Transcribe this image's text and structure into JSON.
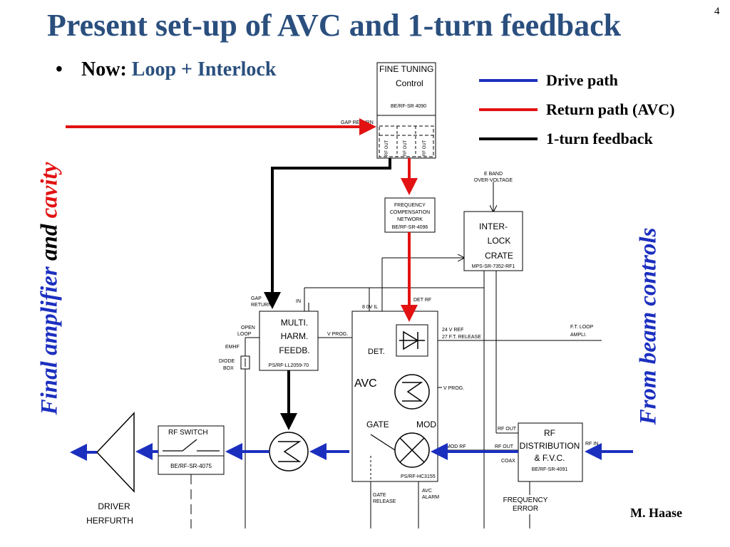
{
  "slide": {
    "title": "Present set-up of AVC and 1-turn feedback",
    "page_number": "4",
    "bullet": {
      "lead": "Now:",
      "text": "Loop + Interlock"
    },
    "left_label": {
      "part1": "Final amplifier",
      "part2": "and",
      "part3": "cavity"
    },
    "right_label": "From beam controls",
    "author": "M. Haase",
    "colors": {
      "title": "#2a4f7e",
      "drive": "#1b2fbf",
      "return": "#e21212",
      "feedback": "#000000"
    }
  },
  "legend": [
    {
      "label": "Drive path",
      "color": "#1b2fbf"
    },
    {
      "label": "Return path (AVC)",
      "color": "#e21212"
    },
    {
      "label": "1-turn feedback",
      "color": "#000000"
    }
  ],
  "diagram": {
    "fine_tuning": {
      "title1": "FINE TUNING",
      "title2": "Control",
      "code": "BE/RF-SR 4090",
      "gap_return": "GAP RETURN",
      "rf_out": "RF OUT"
    },
    "freq_comp": {
      "line1": "FREQUENCY",
      "line2": "COMPENSATION",
      "line3": "NETWORK",
      "code": "BE/RF-SR-4096"
    },
    "ebands": {
      "line1": "E BAND",
      "line2": "OVER-VOLTAGE"
    },
    "interlock": {
      "line1": "INTER-",
      "line2": "LOCK",
      "line3": "CRATE",
      "code": "MPS-SR-7352-RF1"
    },
    "mhf": {
      "line1": "MULTI.",
      "line2": "HARM.",
      "line3": "FEEDB.",
      "code": "PS/RF-LL2059-70",
      "gap": "GAP",
      "return": "RETURN",
      "in": "IN",
      "open": "OPEN",
      "loop": "LOOP",
      "emhf": "EMHF",
      "diode": "DIODE",
      "box": "BOX",
      "vprog": "V PROG."
    },
    "avc": {
      "label": "AVC",
      "code": "PS/RF-HC3155",
      "v8": "8 0V IL",
      "detrf": "DET RF",
      "det": "DET.",
      "ref24": "24 V REF",
      "ftrel": "27 F.T. RELEASE",
      "vprog": "V PROG.",
      "gate": "GATE",
      "mod": "MOD",
      "modrf": "MOD RF",
      "gate_release1": "GATE",
      "gate_release2": "RELEASE",
      "alarm1": "AVC",
      "alarm2": "ALARM"
    },
    "ft_loop": {
      "line1": "F.T. LOOP",
      "line2": "AMPLI."
    },
    "rfdist": {
      "line1": "RF",
      "line2": "DISTRIBUTION",
      "line3": "& F.V.C.",
      "code": "BE/RF-SR-4091",
      "rf_out1": "RF OUT",
      "rf_out2": "RF OUT",
      "coax": "COAX",
      "rf_in": "RF IN"
    },
    "freq_error": {
      "line1": "FREQUENCY",
      "line2": "ERROR"
    },
    "rf_switch": {
      "title": "RF SWITCH",
      "code": "BE/RF-SR-4075"
    },
    "driver": {
      "line1": "DRIVER",
      "line2": "HERFURTH"
    }
  }
}
